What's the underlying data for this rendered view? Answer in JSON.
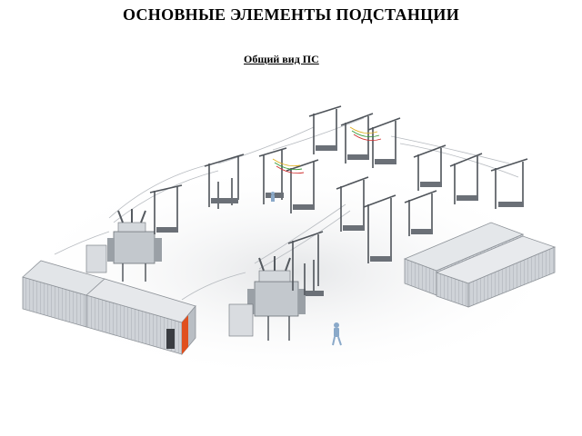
{
  "header": {
    "title": "ОСНОВНЫЕ ЭЛЕМЕНТЫ ПОДСТАНЦИИ",
    "subtitle": "Общий вид ПС"
  },
  "illustration": {
    "icon": "substation-isometric-illustration",
    "colors": {
      "building_wall": "#c9cdd2",
      "building_roof": "#dfe2e6",
      "steel": "#555a60",
      "door_accent": "#e0501e",
      "person": "#8aa9c9"
    }
  }
}
